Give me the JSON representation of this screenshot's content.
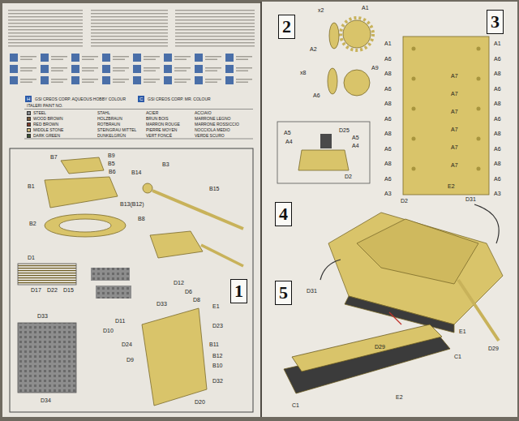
{
  "diagram": {
    "nodes": [
      {
        "text": [
          "1"
        ]
      },
      {
        "text": [
          "2"
        ]
      },
      {
        "text": [
          "3"
        ]
      },
      {
        "text": [
          "4"
        ]
      },
      {
        "text": [
          "5"
        ]
      }
    ],
    "labels": [
      "H",
      "GSI CREOS CORP. AQUEOUS HOBBY COLOUR",
      "C",
      "GSI CREOS CORP. MR. COLOUR",
      "ITALERI PAINT NO.",
      "STAHL",
      "ACIER",
      "ACCIAIO",
      "HOLZBRAUN",
      "BRUN BOIS",
      "MARRONE LEGNO",
      "ROTBRAUN",
      "MARRON ROUGE",
      "MARRONE ROSSICCIO",
      "STEINGRAU MITTEL",
      "PIERRE MOYEN",
      "NOCCIOLA MEDIO",
      "DUNKELGRÜN",
      "VERT FONCÉ",
      "VERDE SCURO",
      "B7",
      "B9",
      "B5",
      "B6",
      "B14",
      "B3",
      "B1",
      "B2",
      "B13(B12)",
      "B8",
      "B15",
      "D1",
      "D17",
      "D22",
      "D15",
      "D33",
      "D34",
      "D12",
      "D6",
      "D8",
      "E1",
      "D33",
      "D11",
      "D10",
      "D24",
      "D9",
      "D23",
      "B11",
      "B12",
      "B10",
      "D32",
      "D20",
      "x2",
      "A1",
      "A2",
      "x8",
      "A9",
      "A6",
      "A1",
      "A6",
      "A8",
      "A6",
      "A8",
      "A6",
      "A8",
      "A6",
      "A8",
      "A6",
      "A3",
      "A1",
      "A6",
      "A8",
      "A6",
      "A8",
      "A6",
      "A8",
      "A6",
      "A8",
      "A6",
      "A3",
      "A7",
      "A7",
      "A7",
      "A7",
      "A7",
      "A7",
      "E2",
      "A5",
      "A4",
      "D25",
      "A5",
      "A4",
      "D2",
      "D2",
      "D31",
      "D31",
      "E1",
      "D29",
      "D29",
      "C1",
      "C1",
      "E2"
    ],
    "legend": [
      {
        "text": "STEEL",
        "color": "#8a8d90"
      },
      {
        "text": "WOOD BROWN",
        "color": "#7a5a3a"
      },
      {
        "text": "RED BROWN",
        "color": "#7c3b2a"
      },
      {
        "text": "MIDDLE STONE",
        "color": "#c9b374"
      },
      {
        "text": "DARK GREEN",
        "color": "#3c5233"
      }
    ]
  }
}
